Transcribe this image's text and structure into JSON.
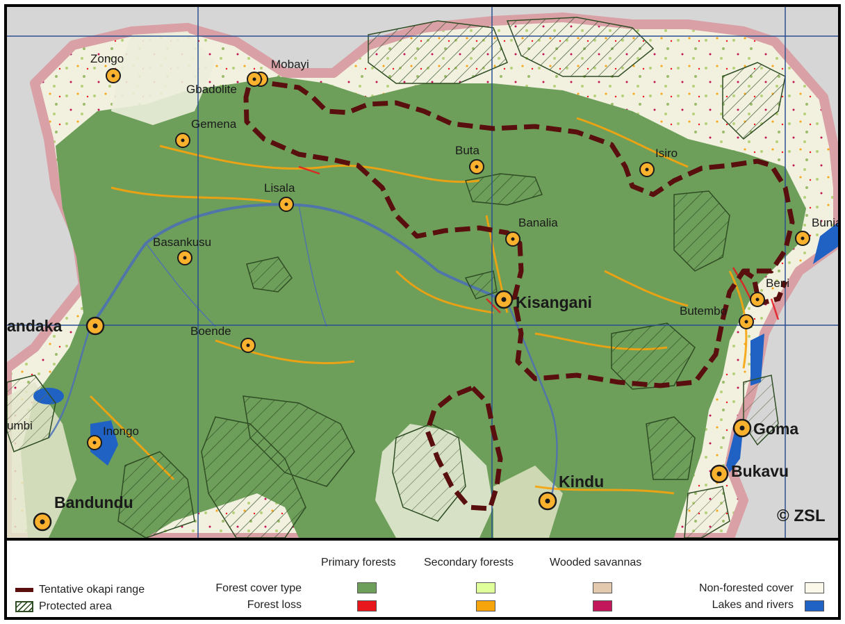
{
  "map": {
    "copyright": "© ZSL",
    "cities": [
      {
        "name": "Zongo",
        "major": false
      },
      {
        "name": "Mobayi",
        "major": false
      },
      {
        "name": "Gbadolite",
        "major": false
      },
      {
        "name": "Gemena",
        "major": false
      },
      {
        "name": "Buta",
        "major": false
      },
      {
        "name": "Isiro",
        "major": false
      },
      {
        "name": "Lisala",
        "major": false
      },
      {
        "name": "Banalia",
        "major": false
      },
      {
        "name": "Bunia",
        "major": false
      },
      {
        "name": "Basankusu",
        "major": false
      },
      {
        "name": "Kisangani",
        "major": true
      },
      {
        "name": "Beni",
        "major": false
      },
      {
        "name": "Butembo",
        "major": false
      },
      {
        "name": "andaka",
        "major": true
      },
      {
        "name": "Boende",
        "major": false
      },
      {
        "name": "umbi",
        "major": false
      },
      {
        "name": "Inongo",
        "major": false
      },
      {
        "name": "Goma",
        "major": true
      },
      {
        "name": "Bukavu",
        "major": true
      },
      {
        "name": "Kindu",
        "major": true
      },
      {
        "name": "Bandundu",
        "major": true
      }
    ],
    "colors": {
      "primary_forest": "#6d9e5a",
      "secondary_forest": "#dfff9a",
      "wooded_savanna": "#e3c9ad",
      "primary_loss": "#e8171d",
      "secondary_loss": "#f6a30c",
      "savanna_loss": "#c2185b",
      "non_forested": "#fbf8ea",
      "water": "#1f62c4",
      "okapi_range": "#5a0f0f",
      "city_marker": "#f9b12e",
      "border": "#d9a0a6"
    }
  },
  "legend": {
    "okapi_range": "Tentative okapi range",
    "protected_area": "Protected area",
    "col_primary": "Primary forests",
    "col_secondary": "Secondary forests",
    "col_savanna": "Wooded savannas",
    "row_cover": "Forest cover type",
    "row_loss": "Forest loss",
    "non_forested": "Non-forested cover",
    "lakes_rivers": "Lakes and rivers"
  }
}
